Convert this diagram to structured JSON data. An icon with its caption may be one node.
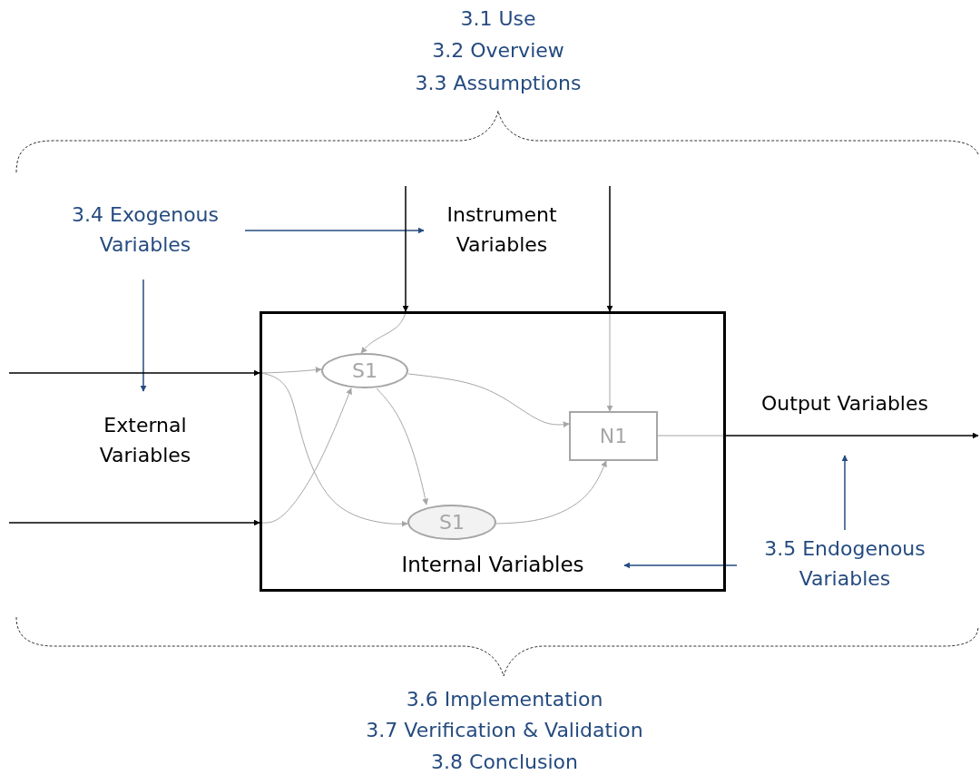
{
  "diagram": {
    "nodes": [
      {
        "text": [
          "Internal Variables"
        ]
      },
      {
        "text": [
          "S1"
        ],
        "in": 0
      },
      {
        "text": [
          "N1"
        ],
        "in": 0
      },
      {
        "text": [
          "S1"
        ],
        "in": 0
      },
      {
        "text": [
          "3.4 Exogenous Variables"
        ]
      },
      {
        "text": [
          "Instrument Variables"
        ]
      },
      {
        "text": [
          "External Variables"
        ]
      },
      {
        "text": [
          "Output Variables"
        ]
      },
      {
        "text": [
          "3.5 Endogenous Variables"
        ]
      }
    ],
    "edges": [
      {
        "from": 4,
        "to": 5,
        "arrow": "to",
        "color": "#254b80"
      },
      {
        "from": 4,
        "to": 6,
        "arrow": "to",
        "color": "#254b80"
      },
      {
        "from": 8,
        "to": 7,
        "arrow": "to",
        "color": "#254b80"
      },
      {
        "from": 8,
        "to": 0,
        "arrow": "to",
        "color": "#254b80"
      },
      {
        "from": null,
        "to": 0,
        "arrow": "to",
        "color": "#000000"
      },
      {
        "from": null,
        "to": 0,
        "arrow": "to",
        "color": "#000000"
      },
      {
        "from": null,
        "to": 0,
        "arrow": "to",
        "color": "#000000"
      },
      {
        "from": null,
        "to": 0,
        "arrow": "to",
        "color": "#000000"
      },
      {
        "from": null,
        "to": 1,
        "arrow": "to"
      },
      {
        "from": null,
        "to": 3,
        "arrow": "to"
      },
      {
        "from": null,
        "to": 1,
        "arrow": "to"
      },
      {
        "from": null,
        "to": 1,
        "arrow": "to"
      },
      {
        "from": null,
        "to": 2,
        "arrow": "to"
      },
      {
        "from": 1,
        "to": 2,
        "arrow": "to"
      },
      {
        "from": 1,
        "to": 3,
        "arrow": "to"
      },
      {
        "from": 3,
        "to": 2,
        "arrow": "to"
      },
      {
        "from": 2,
        "to": null,
        "arrow": "none"
      },
      {
        "from": 0,
        "to": null,
        "arrow": "to",
        "color": "#000000"
      }
    ],
    "labels": [
      "3.1 Use",
      "3.2 Overview",
      "3.3 Assumptions",
      "3.6 Implementation",
      "3.7 Verification & Validation",
      "3.8 Conclusion"
    ]
  }
}
